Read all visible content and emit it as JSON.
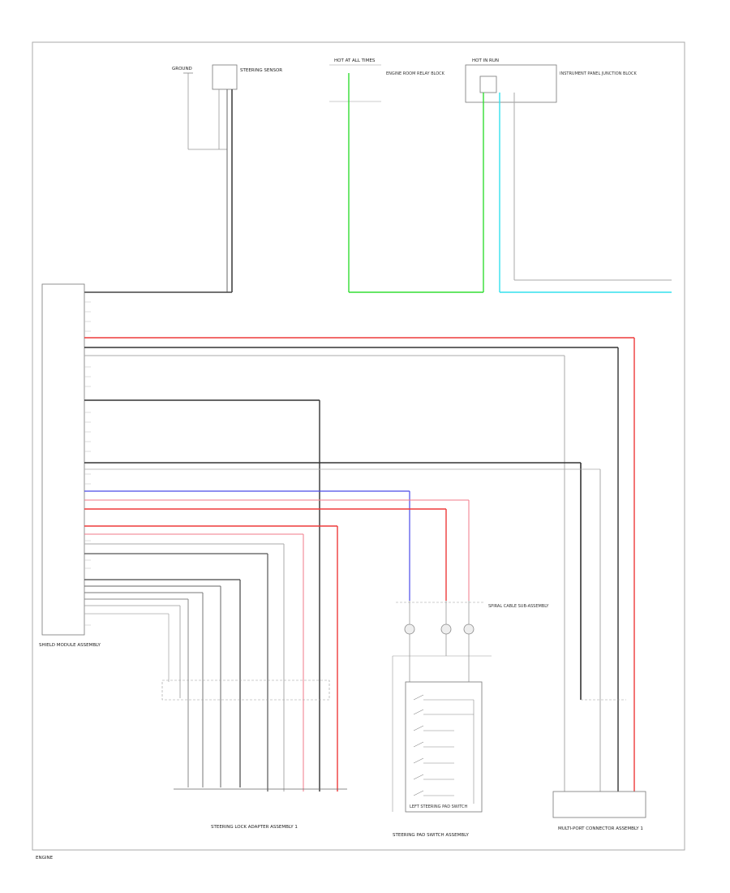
{
  "components": {
    "control_module": "SHIELD MODULE ASSEMBLY",
    "gearshift_assembly": "STEERING LOCK ADAPTER ASSEMBLY 1",
    "steering_pad_switch": "STEERING PAD SWITCH ASSEMBLY",
    "combination_switch": "LEFT STEERING PAD SWITCH",
    "multi_connector": "SPIRAL CABLE SUB-ASSEMBLY",
    "right_connector": "MULTI-PORT CONNECTOR ASSEMBLY 1",
    "top_left_sensor": "STEERING SENSOR",
    "top_left_ground": "GROUND",
    "fuse_block_1": "HOT AT ALL TIMES",
    "fuse_block_1_desc": "ENGINE ROOM RELAY BLOCK",
    "fuse_block_2": "HOT IN RUN",
    "fuse_block_2_desc": "INSTRUMENT PANEL JUNCTION BLOCK"
  },
  "footer": {
    "code": "ENGINE"
  },
  "colors": {
    "red": "#ee3a3a",
    "black": "#2a2a2a",
    "gray": "#9a9a9a",
    "green": "#33dd33",
    "cyan": "#33e0ee",
    "blue": "#4a4ae8",
    "pink": "#f07a8a"
  }
}
